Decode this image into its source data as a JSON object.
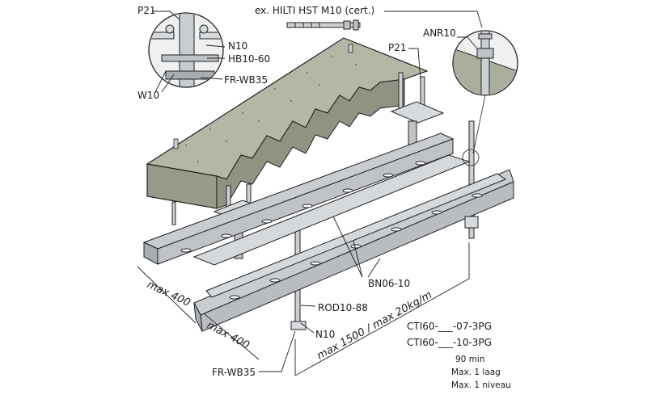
{
  "labels": {
    "anchor_note": "ex. HILTI HST M10 (cert.)",
    "p21_top": "P21",
    "p21_right": "P21",
    "n10_top": "N10",
    "hb10_60": "HB10-60",
    "fr_wb35_top": "FR-WB35",
    "w10": "W10",
    "anr10": "ANR10",
    "bn06_10": "BN06-10",
    "rod10_88": "ROD10-88",
    "n10_bottom": "N10",
    "fr_wb35_bottom": "FR-WB35"
  },
  "dimensions": {
    "width_1": "max 400",
    "width_2": "max 400",
    "span": "max 1500 / max 20kg/m"
  },
  "product_codes": [
    "CTI60-___-07-3PG",
    "CTI60-___-10-3PG"
  ],
  "fire_info": [
    "90 min",
    "Max. 1 laag",
    "Max. 1 niveau"
  ],
  "colors": {
    "concrete": "#a9ad9c",
    "concrete_dark": "#8d9180",
    "steel": "#cdd0d3",
    "steel_dark": "#9ea3a8",
    "outline": "#222222"
  }
}
